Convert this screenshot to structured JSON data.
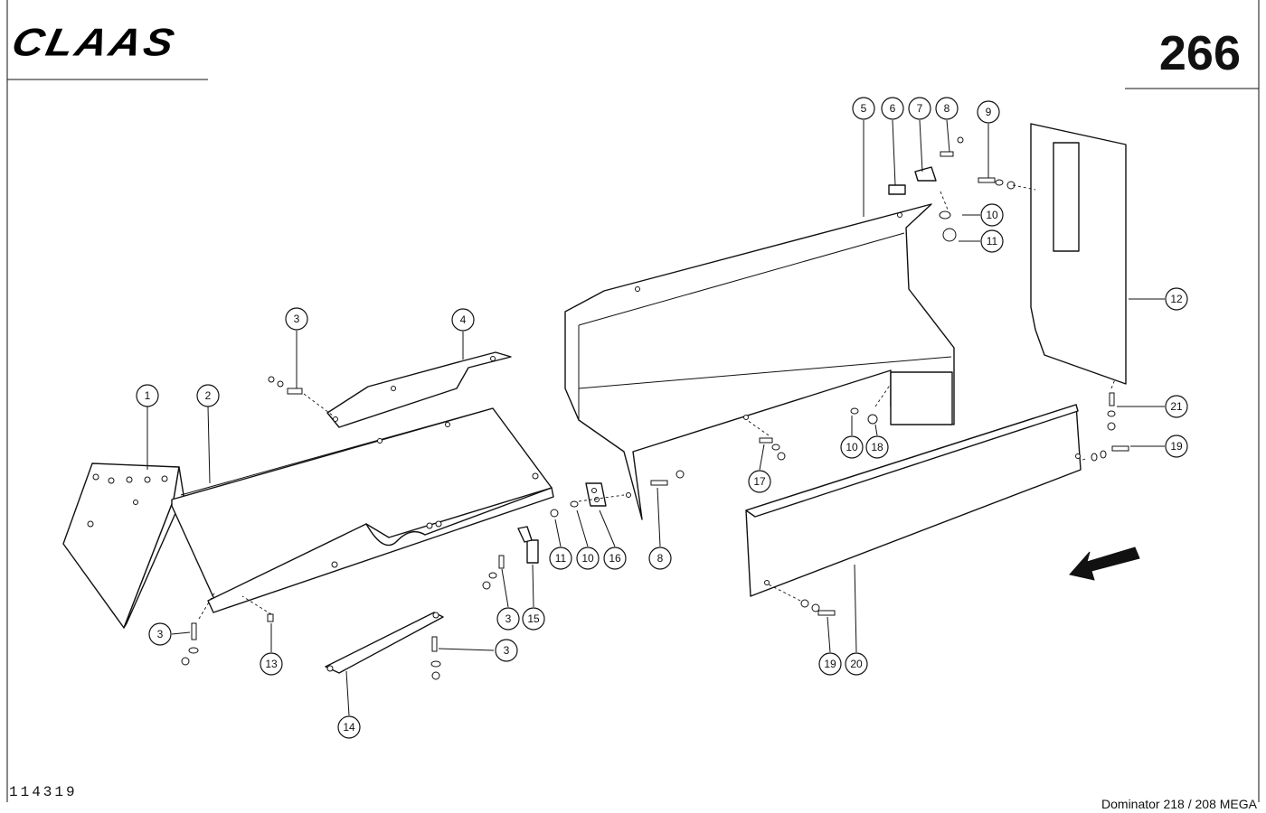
{
  "header": {
    "logo_text": "CLAAS",
    "page_number": "266"
  },
  "footer": {
    "document_number": "114319",
    "model": "Dominator 218 / 208 MEGA"
  },
  "callouts": [
    {
      "label": "1"
    },
    {
      "label": "2"
    },
    {
      "label": "3"
    },
    {
      "label": "4"
    },
    {
      "label": "5"
    },
    {
      "label": "6"
    },
    {
      "label": "7"
    },
    {
      "label": "8"
    },
    {
      "label": "9"
    },
    {
      "label": "10"
    },
    {
      "label": "11"
    },
    {
      "label": "12"
    },
    {
      "label": "21"
    },
    {
      "label": "19"
    },
    {
      "label": "10"
    },
    {
      "label": "18"
    },
    {
      "label": "17"
    },
    {
      "label": "8"
    },
    {
      "label": "16"
    },
    {
      "label": "10"
    },
    {
      "label": "11"
    },
    {
      "label": "3"
    },
    {
      "label": "15"
    },
    {
      "label": "3"
    },
    {
      "label": "13"
    },
    {
      "label": "14"
    },
    {
      "label": "3"
    },
    {
      "label": "19"
    },
    {
      "label": "20"
    }
  ]
}
